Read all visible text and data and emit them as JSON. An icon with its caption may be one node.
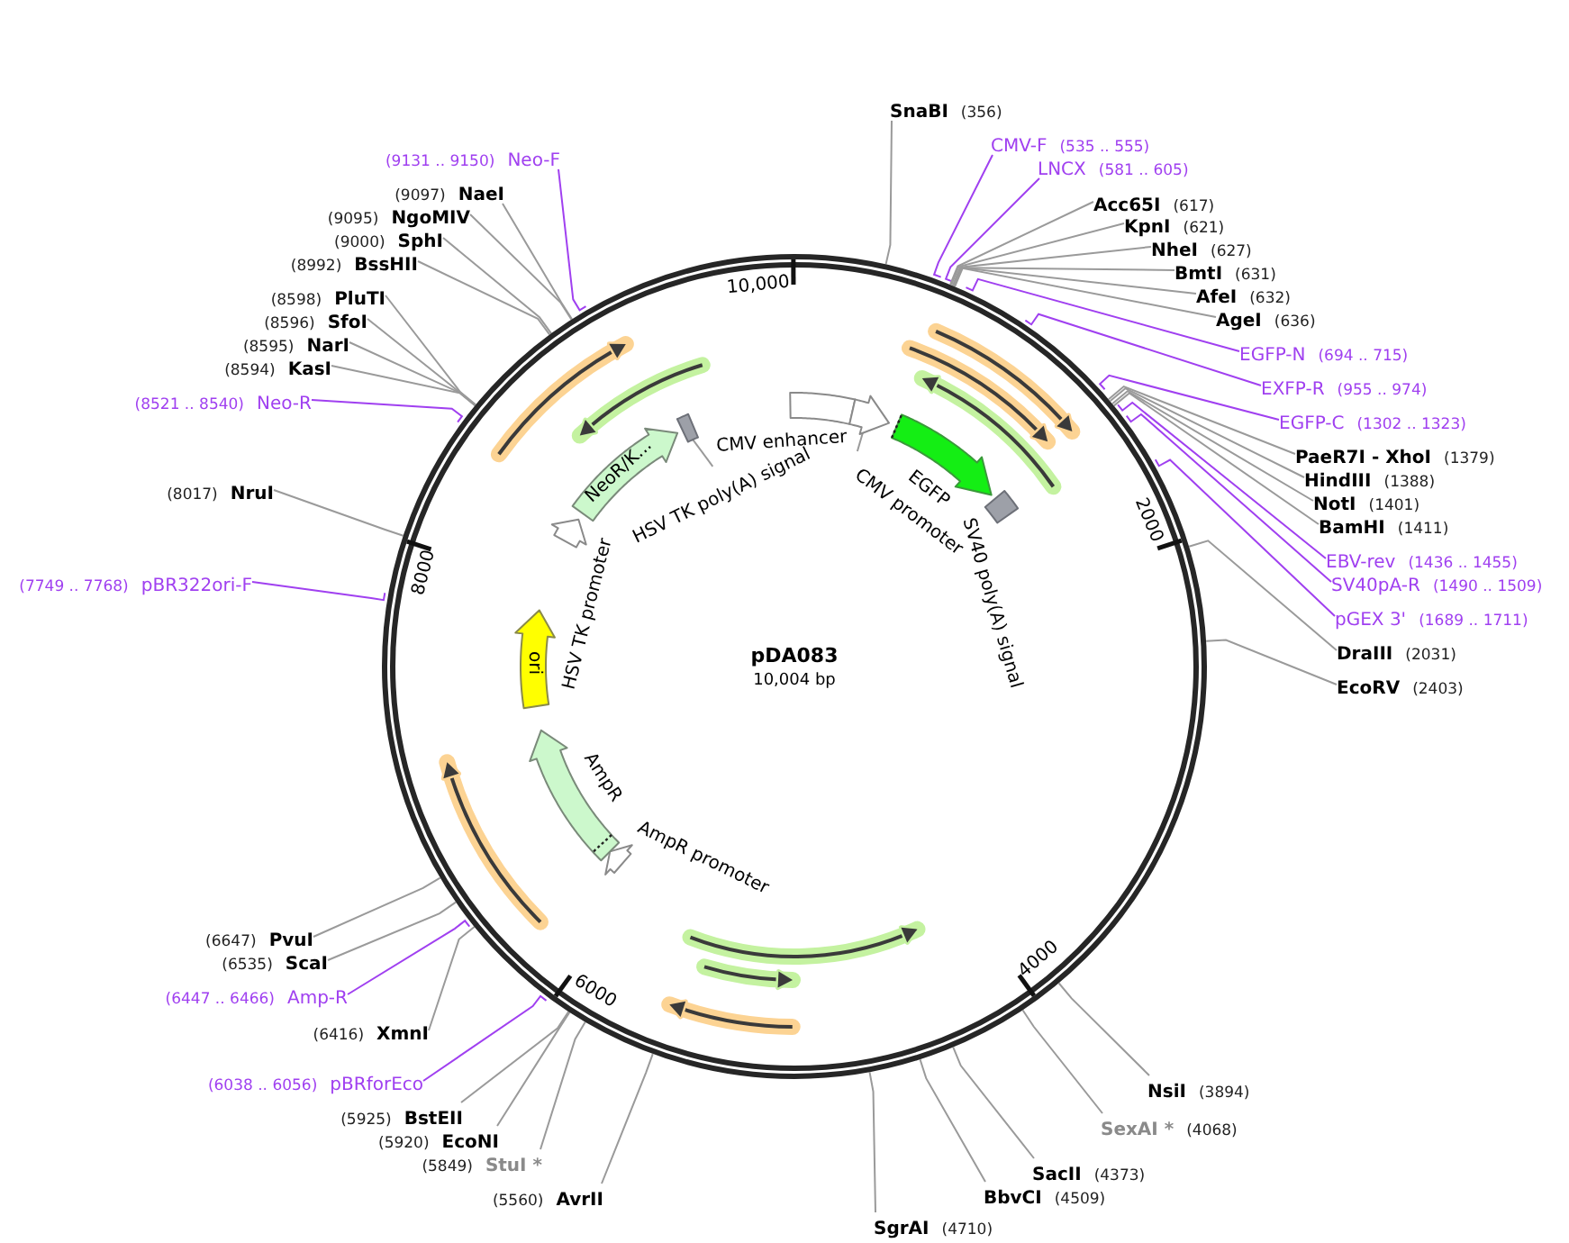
{
  "diagram": {
    "title": "pDA083",
    "nodes": [
      {
        "text": [],
        "shape": "circle"
      },
      {
        "text": [],
        "shape": "box",
        "beside": [
          "CMV enhancer"
        ],
        "in": 0
      },
      {
        "text": [],
        "shape": "arrow",
        "in": 0
      },
      {
        "text": [
          "CMV promoter"
        ],
        "in": 0
      },
      {
        "text": [],
        "shape": "arrow",
        "beside": [
          "EGFP"
        ],
        "in": 0
      },
      {
        "text": [],
        "shape": "box",
        "beside": [
          "SV40 poly(A) signal"
        ],
        "in": 0
      },
      {
        "text": [],
        "shape": "arrow",
        "beside": [
          "AmpR promoter"
        ],
        "in": 0
      },
      {
        "text": [],
        "shape": "arrow",
        "beside": [
          "AmpR"
        ],
        "in": 0
      },
      {
        "text": [
          "ori"
        ],
        "in": 0
      },
      {
        "text": [],
        "shape": "arrow",
        "beside": [
          "HSV TK promoter"
        ],
        "in": 0
      },
      {
        "text": [
          "NeoR/K..."
        ],
        "in": 0
      },
      {
        "text": [],
        "shape": "box",
        "in": 0
      },
      {
        "text": [
          "HSV TK poly(A) signal"
        ],
        "in": 0
      },
      {
        "text": [
          "SnaBI",
          "(356)"
        ]
      },
      {
        "text": [
          "CMV-F",
          "(535 .. 555)"
        ]
      },
      {
        "text": [
          "LNCX",
          "(581 .. 605)"
        ]
      },
      {
        "text": [
          "Acc65I",
          "(617)"
        ]
      },
      {
        "text": [
          "KpnI",
          "(621)"
        ]
      },
      {
        "text": [
          "NheI",
          "(627)"
        ]
      },
      {
        "text": [
          "BmtI",
          "(631)"
        ]
      },
      {
        "text": [
          "AfeI",
          "(632)"
        ]
      },
      {
        "text": [
          "AgeI",
          "(636)"
        ]
      },
      {
        "text": [
          "EGFP-N",
          "(694 .. 715)"
        ]
      },
      {
        "text": [
          "EXFP-R",
          "(955 .. 974)"
        ]
      },
      {
        "text": [
          "EGFP-C",
          "(1302 .. 1323)"
        ]
      },
      {
        "text": [
          "PaeR7I - XhoI",
          "(1379)"
        ]
      },
      {
        "text": [
          "HindIII",
          "(1388)"
        ]
      },
      {
        "text": [
          "NotI",
          "(1401)"
        ]
      },
      {
        "text": [
          "BamHI",
          "(1411)"
        ]
      },
      {
        "text": [
          "EBV-rev",
          "(1436 .. 1455)"
        ]
      },
      {
        "text": [
          "SV40pA-R",
          "(1490 .. 1509)"
        ]
      },
      {
        "text": [
          "pGEX 3'",
          "(1689 .. 1711)"
        ]
      },
      {
        "text": [
          "DraIII",
          "(2031)"
        ]
      },
      {
        "text": [
          "EcoRV",
          "(2403)"
        ]
      },
      {
        "text": [
          "NsiI",
          "(3894)"
        ]
      },
      {
        "text": [
          "SexAI *",
          "(4068)"
        ]
      },
      {
        "text": [
          "SacII",
          "(4373)"
        ]
      },
      {
        "text": [
          "BbvCI",
          "(4509)"
        ]
      },
      {
        "text": [
          "SgrAI",
          "(4710)"
        ]
      },
      {
        "text": [
          "(5560)",
          "AvrII"
        ]
      },
      {
        "text": [
          "(5849)",
          "StuI *"
        ]
      },
      {
        "text": [
          "(5920)",
          "EcoNI"
        ]
      },
      {
        "text": [
          "(5925)",
          "BstEII"
        ]
      },
      {
        "text": [
          "(6038 .. 6056)",
          "pBRforEco"
        ]
      },
      {
        "text": [
          "(6416)",
          "XmnI"
        ]
      },
      {
        "text": [
          "(6447 .. 6466)",
          "Amp-R"
        ]
      },
      {
        "text": [
          "(6535)",
          "ScaI"
        ]
      },
      {
        "text": [
          "(6647)",
          "PvuI"
        ]
      },
      {
        "text": [
          "(7749 .. 7768)",
          "pBR322ori-F"
        ]
      },
      {
        "text": [
          "(8017)",
          "NruI"
        ]
      },
      {
        "text": [
          "(8521 .. 8540)",
          "Neo-R"
        ]
      },
      {
        "text": [
          "(8594)",
          "KasI"
        ]
      },
      {
        "text": [
          "(8595)",
          "NarI"
        ]
      },
      {
        "text": [
          "(8596)",
          "SfoI"
        ]
      },
      {
        "text": [
          "(8598)",
          "PluTI"
        ]
      },
      {
        "text": [
          "(8992)",
          "BssHII"
        ]
      },
      {
        "text": [
          "(9000)",
          "SphI"
        ]
      },
      {
        "text": [
          "(9095)",
          "NgoMIV"
        ]
      },
      {
        "text": [
          "(9097)",
          "NaeI"
        ]
      },
      {
        "text": [
          "(9131 .. 9150)",
          "Neo-F"
        ]
      }
    ],
    "edges": [
      {
        "from": 3,
        "to": 2,
        "arrow": "none"
      },
      {
        "from": 12,
        "to": 11,
        "arrow": "none"
      },
      {
        "from": 13,
        "to": 0,
        "arrow": "none"
      },
      {
        "from": 14,
        "to": 0,
        "arrow": "none",
        "color": "#a040f0"
      },
      {
        "from": 15,
        "to": 0,
        "arrow": "none",
        "color": "#a040f0"
      },
      {
        "from": 16,
        "to": 0,
        "arrow": "none"
      },
      {
        "from": 17,
        "to": 0,
        "arrow": "none"
      },
      {
        "from": 18,
        "to": 0,
        "arrow": "none"
      },
      {
        "from": 19,
        "to": 0,
        "arrow": "none"
      },
      {
        "from": 20,
        "to": 0,
        "arrow": "none"
      },
      {
        "from": 21,
        "to": 0,
        "arrow": "none"
      },
      {
        "from": 22,
        "to": 0,
        "arrow": "none",
        "color": "#a040f0"
      },
      {
        "from": 23,
        "to": 0,
        "arrow": "none",
        "color": "#a040f0"
      },
      {
        "from": 24,
        "to": 0,
        "arrow": "none",
        "color": "#a040f0"
      },
      {
        "from": 25,
        "to": 0,
        "arrow": "none"
      },
      {
        "from": 26,
        "to": 0,
        "arrow": "none"
      },
      {
        "from": 27,
        "to": 0,
        "arrow": "none"
      },
      {
        "from": 28,
        "to": 0,
        "arrow": "none"
      },
      {
        "from": 29,
        "to": 0,
        "arrow": "none",
        "color": "#a040f0"
      },
      {
        "from": 30,
        "to": 0,
        "arrow": "none",
        "color": "#a040f0"
      },
      {
        "from": 31,
        "to": 0,
        "arrow": "none",
        "color": "#a040f0"
      },
      {
        "from": 32,
        "to": 0,
        "arrow": "none"
      },
      {
        "from": 33,
        "to": 0,
        "arrow": "none"
      },
      {
        "from": 34,
        "to": 0,
        "arrow": "none"
      },
      {
        "from": 35,
        "to": 0,
        "arrow": "none"
      },
      {
        "from": 36,
        "to": 0,
        "arrow": "none"
      },
      {
        "from": 37,
        "to": 0,
        "arrow": "none"
      },
      {
        "from": 38,
        "to": 0,
        "arrow": "none"
      },
      {
        "from": 39,
        "to": 0,
        "arrow": "none"
      },
      {
        "from": 40,
        "to": 0,
        "arrow": "none"
      },
      {
        "from": 41,
        "to": 0,
        "arrow": "none"
      },
      {
        "from": 42,
        "to": 0,
        "arrow": "none"
      },
      {
        "from": 43,
        "to": 0,
        "arrow": "none",
        "color": "#a040f0"
      },
      {
        "from": 44,
        "to": 0,
        "arrow": "none"
      },
      {
        "from": 45,
        "to": 0,
        "arrow": "none",
        "color": "#a040f0"
      },
      {
        "from": 46,
        "to": 0,
        "arrow": "none"
      },
      {
        "from": 47,
        "to": 0,
        "arrow": "none"
      },
      {
        "from": 48,
        "to": 0,
        "arrow": "none",
        "color": "#a040f0"
      },
      {
        "from": 49,
        "to": 0,
        "arrow": "none"
      },
      {
        "from": 50,
        "to": 0,
        "arrow": "none",
        "color": "#a040f0"
      },
      {
        "from": 51,
        "to": 0,
        "arrow": "none"
      },
      {
        "from": 52,
        "to": 0,
        "arrow": "none"
      },
      {
        "from": 53,
        "to": 0,
        "arrow": "none"
      },
      {
        "from": 54,
        "to": 0,
        "arrow": "none"
      },
      {
        "from": 55,
        "to": 0,
        "arrow": "none"
      },
      {
        "from": 56,
        "to": 0,
        "arrow": "none"
      },
      {
        "from": 57,
        "to": 0,
        "arrow": "none"
      },
      {
        "from": 58,
        "to": 0,
        "arrow": "none"
      },
      {
        "from": 59,
        "to": 0,
        "arrow": "none",
        "color": "#a040f0"
      }
    ],
    "labels": [
      "10,004 bp",
      "10,000",
      "2000",
      "4000",
      "6000",
      "8000"
    ]
  }
}
